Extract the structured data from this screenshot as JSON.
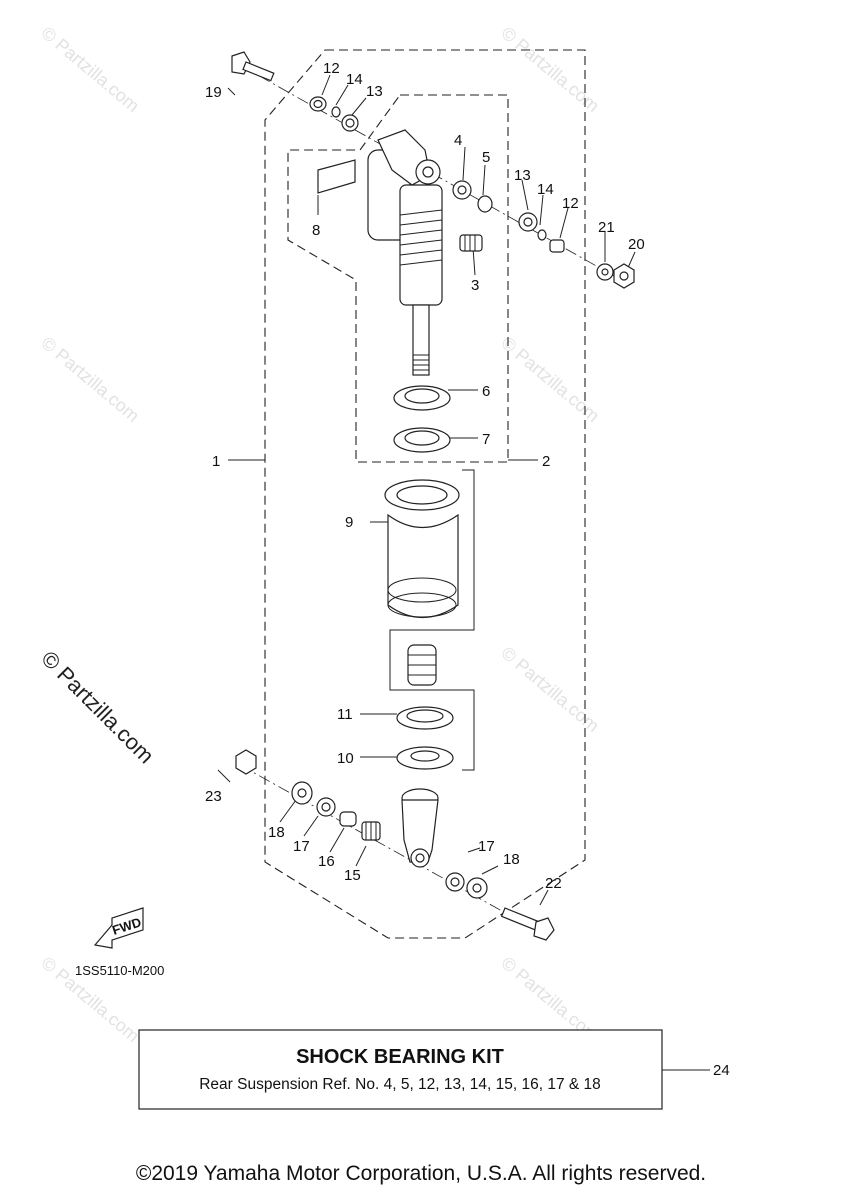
{
  "diagram": {
    "part_code": "1SS5110-M200",
    "fwd_label": "FWD",
    "watermark_text": "© Partzilla.com",
    "callouts": [
      {
        "id": "c1",
        "text": "1"
      },
      {
        "id": "c2",
        "text": "2"
      },
      {
        "id": "c3",
        "text": "3"
      },
      {
        "id": "c4",
        "text": "4"
      },
      {
        "id": "c5",
        "text": "5"
      },
      {
        "id": "c6",
        "text": "6"
      },
      {
        "id": "c7",
        "text": "7"
      },
      {
        "id": "c8",
        "text": "8"
      },
      {
        "id": "c9",
        "text": "9"
      },
      {
        "id": "c10",
        "text": "10"
      },
      {
        "id": "c11",
        "text": "11"
      },
      {
        "id": "c12a",
        "text": "12"
      },
      {
        "id": "c12b",
        "text": "12"
      },
      {
        "id": "c13a",
        "text": "13"
      },
      {
        "id": "c13b",
        "text": "13"
      },
      {
        "id": "c14a",
        "text": "14"
      },
      {
        "id": "c14b",
        "text": "14"
      },
      {
        "id": "c15",
        "text": "15"
      },
      {
        "id": "c16",
        "text": "16"
      },
      {
        "id": "c17a",
        "text": "17"
      },
      {
        "id": "c17b",
        "text": "17"
      },
      {
        "id": "c18a",
        "text": "18"
      },
      {
        "id": "c18b",
        "text": "18"
      },
      {
        "id": "c19",
        "text": "19"
      },
      {
        "id": "c20",
        "text": "20"
      },
      {
        "id": "c21",
        "text": "21"
      },
      {
        "id": "c22",
        "text": "22"
      },
      {
        "id": "c23",
        "text": "23"
      },
      {
        "id": "c24",
        "text": "24"
      }
    ]
  },
  "kit": {
    "title": "SHOCK BEARING KIT",
    "subtitle": "Rear Suspension Ref. No. 4, 5, 12, 13, 14, 15, 16, 17 & 18"
  },
  "footer": {
    "copyright": "©2019 Yamaha Motor Corporation, U.S.A. All rights reserved."
  }
}
